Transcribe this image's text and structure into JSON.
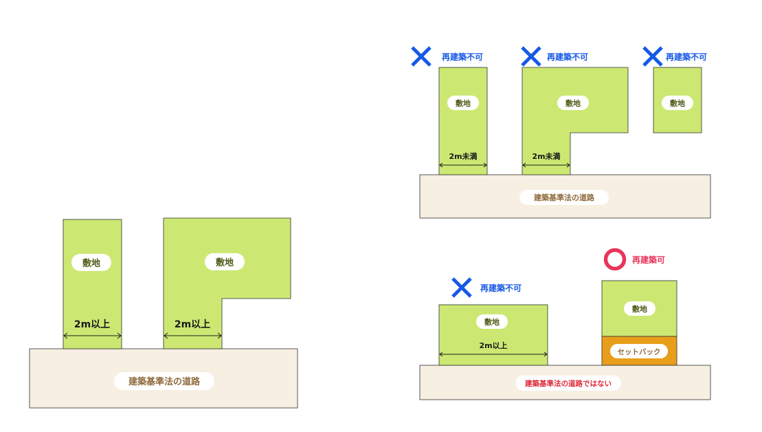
{
  "labels": {
    "site": "敷地",
    "road": "建築基準法の道路",
    "not_road": "建築基準法の道路ではない",
    "setback": "セットバック",
    "not_rebuildable": "再建築不可",
    "rebuildable": "再建築可",
    "over_2m": "2m以上",
    "under_2m": "2m未満"
  },
  "colors": {
    "site_green": "#cce873",
    "site_outline": "#2d2d2d",
    "road_beige": "#f6efe2",
    "setback_orange": "#e89e1a",
    "cross_blue": "#1659e6",
    "circle_red": "#e83559",
    "site_label_text": "#4f5d1a",
    "road_label_text": "#8f6a3b",
    "not_road_text": "#e02a3a"
  },
  "icons": {
    "not_rebuildable": "cross-icon",
    "rebuildable": "circle-icon",
    "width_span": "double-arrow-icon"
  }
}
